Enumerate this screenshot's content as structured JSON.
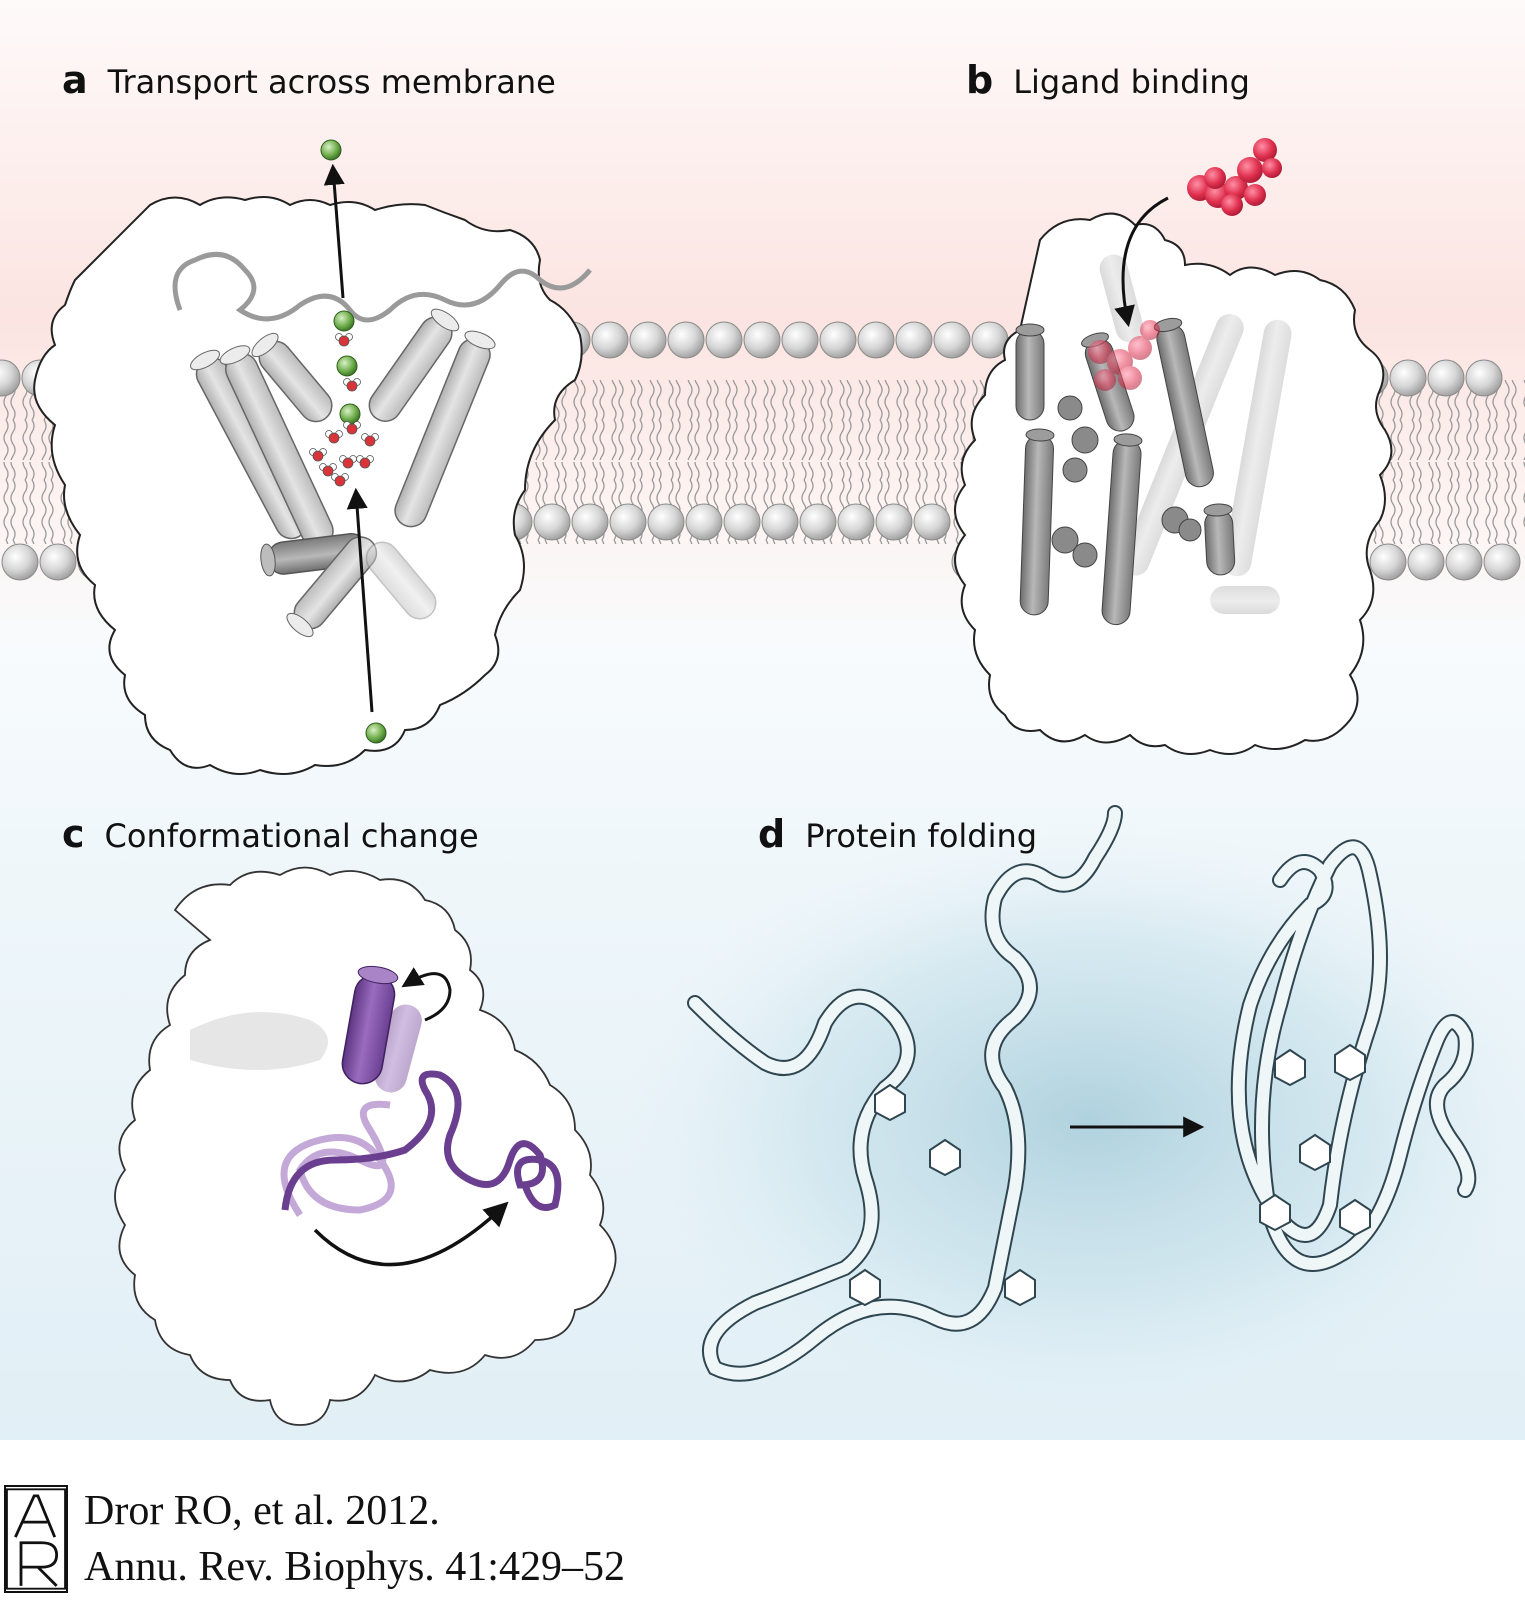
{
  "panels": [
    {
      "letter": "a",
      "title": "Transport across membrane"
    },
    {
      "letter": "b",
      "title": "Ligand binding"
    },
    {
      "letter": "c",
      "title": "Conformational change"
    },
    {
      "letter": "d",
      "title": "Protein folding"
    }
  ],
  "citation": {
    "line1": "Dror RO, et al. 2012.",
    "line2": "Annu. Rev. Biophys. 41:429–52"
  },
  "colors": {
    "top_background": "#fbe4e1",
    "bottom_background": "#e3f1f8",
    "lipid_head": "#cfcfcf",
    "protein_surface": "#ffffff",
    "helix": "#8f8f8f",
    "ion": "#6fae4c",
    "water_oxygen": "#d9343a",
    "ligand": "#e0304f",
    "purple_helix": "#7a4b9b",
    "folding_ribbon": "#e9f4f7"
  }
}
